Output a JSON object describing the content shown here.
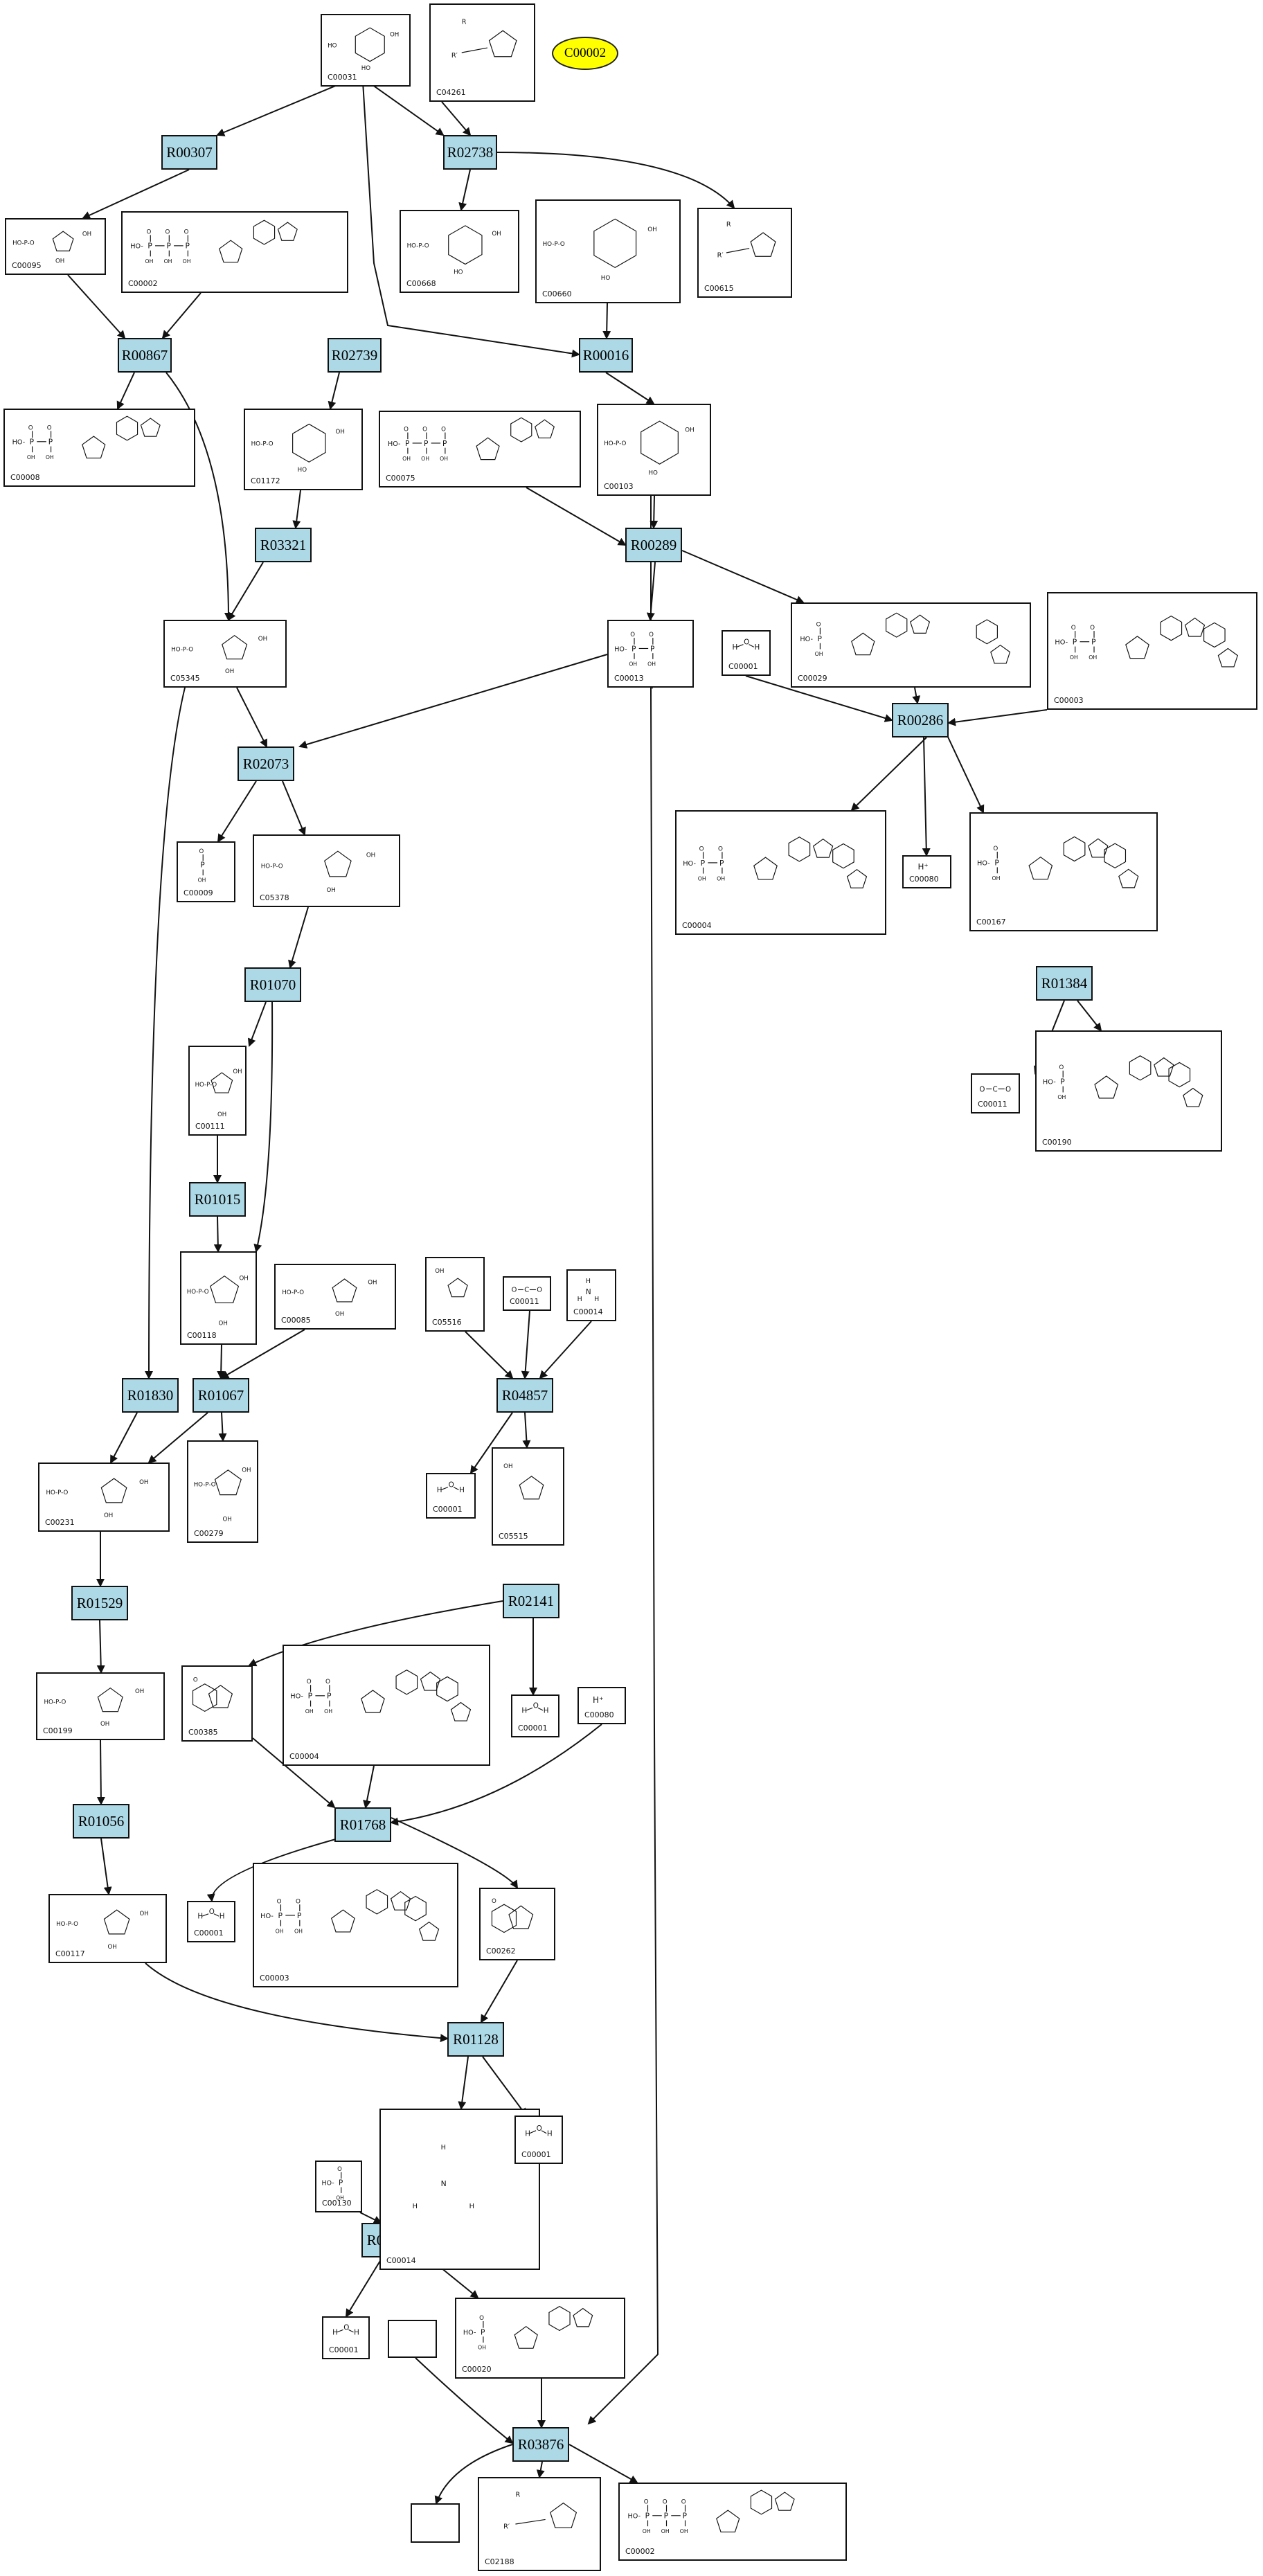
{
  "highlight": {
    "label": "C00002",
    "color": "#ffff00"
  },
  "colors": {
    "reaction_fill": "#add8e6",
    "edge": "#111111"
  },
  "reactions": [
    {
      "id": "R00307"
    },
    {
      "id": "R02738"
    },
    {
      "id": "R00867"
    },
    {
      "id": "R02739"
    },
    {
      "id": "R00016"
    },
    {
      "id": "R03321"
    },
    {
      "id": "R00289"
    },
    {
      "id": "R02073"
    },
    {
      "id": "R00286"
    },
    {
      "id": "R01070"
    },
    {
      "id": "R01384"
    },
    {
      "id": "R01015"
    },
    {
      "id": "R01830"
    },
    {
      "id": "R01067"
    },
    {
      "id": "R04857"
    },
    {
      "id": "R01529"
    },
    {
      "id": "R02141"
    },
    {
      "id": "R01056"
    },
    {
      "id": "R01768"
    },
    {
      "id": "R01128"
    },
    {
      "id": "R00181"
    },
    {
      "id": "R03876"
    }
  ],
  "compounds": [
    {
      "id": "C00031",
      "icon": "hexose-sugar-structure"
    },
    {
      "id": "C04261",
      "icon": "histidine-peptide-structure"
    },
    {
      "id": "C00095",
      "icon": "furanose-sugar-structure"
    },
    {
      "id": "C00002",
      "icon": "nucleotide-triphosphate-structure"
    },
    {
      "id": "C00668",
      "icon": "hexose-phosphate-structure"
    },
    {
      "id": "C00660",
      "icon": "hexose-diphosphate-structure"
    },
    {
      "id": "C00615",
      "icon": "histidine-peptide-structure"
    },
    {
      "id": "C00008",
      "icon": "nucleotide-diphosphate-structure"
    },
    {
      "id": "C01172",
      "icon": "hexose-phosphate-structure"
    },
    {
      "id": "C00075",
      "icon": "nucleotide-triphosphate-structure"
    },
    {
      "id": "C00103",
      "icon": "hexose-phosphate-structure"
    },
    {
      "id": "C05345",
      "icon": "furanose-phosphate-structure"
    },
    {
      "id": "C00013",
      "icon": "diphosphate-structure"
    },
    {
      "id": "C00001",
      "icon": "water-structure"
    },
    {
      "id": "C00029",
      "icon": "nucleotide-sugar-structure"
    },
    {
      "id": "C00003",
      "icon": "dinucleotide-structure"
    },
    {
      "id": "C00009",
      "icon": "phosphate-structure"
    },
    {
      "id": "C05378",
      "icon": "furanose-bisphosphate-structure"
    },
    {
      "id": "C00004",
      "icon": "dinucleotide-structure"
    },
    {
      "id": "C00080",
      "icon": "proton-structure"
    },
    {
      "id": "C00167",
      "icon": "nucleotide-sugar-structure"
    },
    {
      "id": "C00111",
      "icon": "triose-phosphate-structure"
    },
    {
      "id": "C00011",
      "icon": "carbon-dioxide-structure"
    },
    {
      "id": "C00190",
      "icon": "nucleotide-sugar-structure"
    },
    {
      "id": "C00118",
      "icon": "triose-phosphate-structure"
    },
    {
      "id": "C00085",
      "icon": "furanose-phosphate-structure"
    },
    {
      "id": "C05516",
      "icon": "imidazole-structure"
    },
    {
      "id": "C00011",
      "icon": "carbon-dioxide-structure"
    },
    {
      "id": "C00014",
      "icon": "ammonia-structure"
    },
    {
      "id": "C00231",
      "icon": "pentose-phosphate-structure"
    },
    {
      "id": "C00279",
      "icon": "tetrose-phosphate-structure"
    },
    {
      "id": "C00001",
      "icon": "water-structure"
    },
    {
      "id": "C05515",
      "icon": "imidazole-structure"
    },
    {
      "id": "C00199",
      "icon": "pentose-phosphate-structure"
    },
    {
      "id": "C00385",
      "icon": "purine-structure"
    },
    {
      "id": "C00004",
      "icon": "dinucleotide-structure"
    },
    {
      "id": "C00001",
      "icon": "water-structure"
    },
    {
      "id": "C00080",
      "icon": "proton-structure"
    },
    {
      "id": "C00117",
      "icon": "furanose-phosphate-structure"
    },
    {
      "id": "C00001",
      "icon": "water-structure"
    },
    {
      "id": "C00003",
      "icon": "dinucleotide-structure"
    },
    {
      "id": "C00262",
      "icon": "purine-structure"
    },
    {
      "id": "C00014",
      "icon": "ammonia-structure"
    },
    {
      "id": "C00130",
      "icon": "nucleoside-structure"
    },
    {
      "id": "C00001",
      "icon": "water-structure"
    },
    {
      "id": "C00001",
      "icon": "water-structure"
    },
    {
      "id": "",
      "icon": "empty-box"
    },
    {
      "id": "C00020",
      "icon": "nucleotide-monophosphate-structure"
    },
    {
      "id": "",
      "icon": "empty-box"
    },
    {
      "id": "C02188",
      "icon": "lysine-peptide-structure"
    },
    {
      "id": "C00002",
      "icon": "nucleotide-triphosphate-structure"
    }
  ]
}
